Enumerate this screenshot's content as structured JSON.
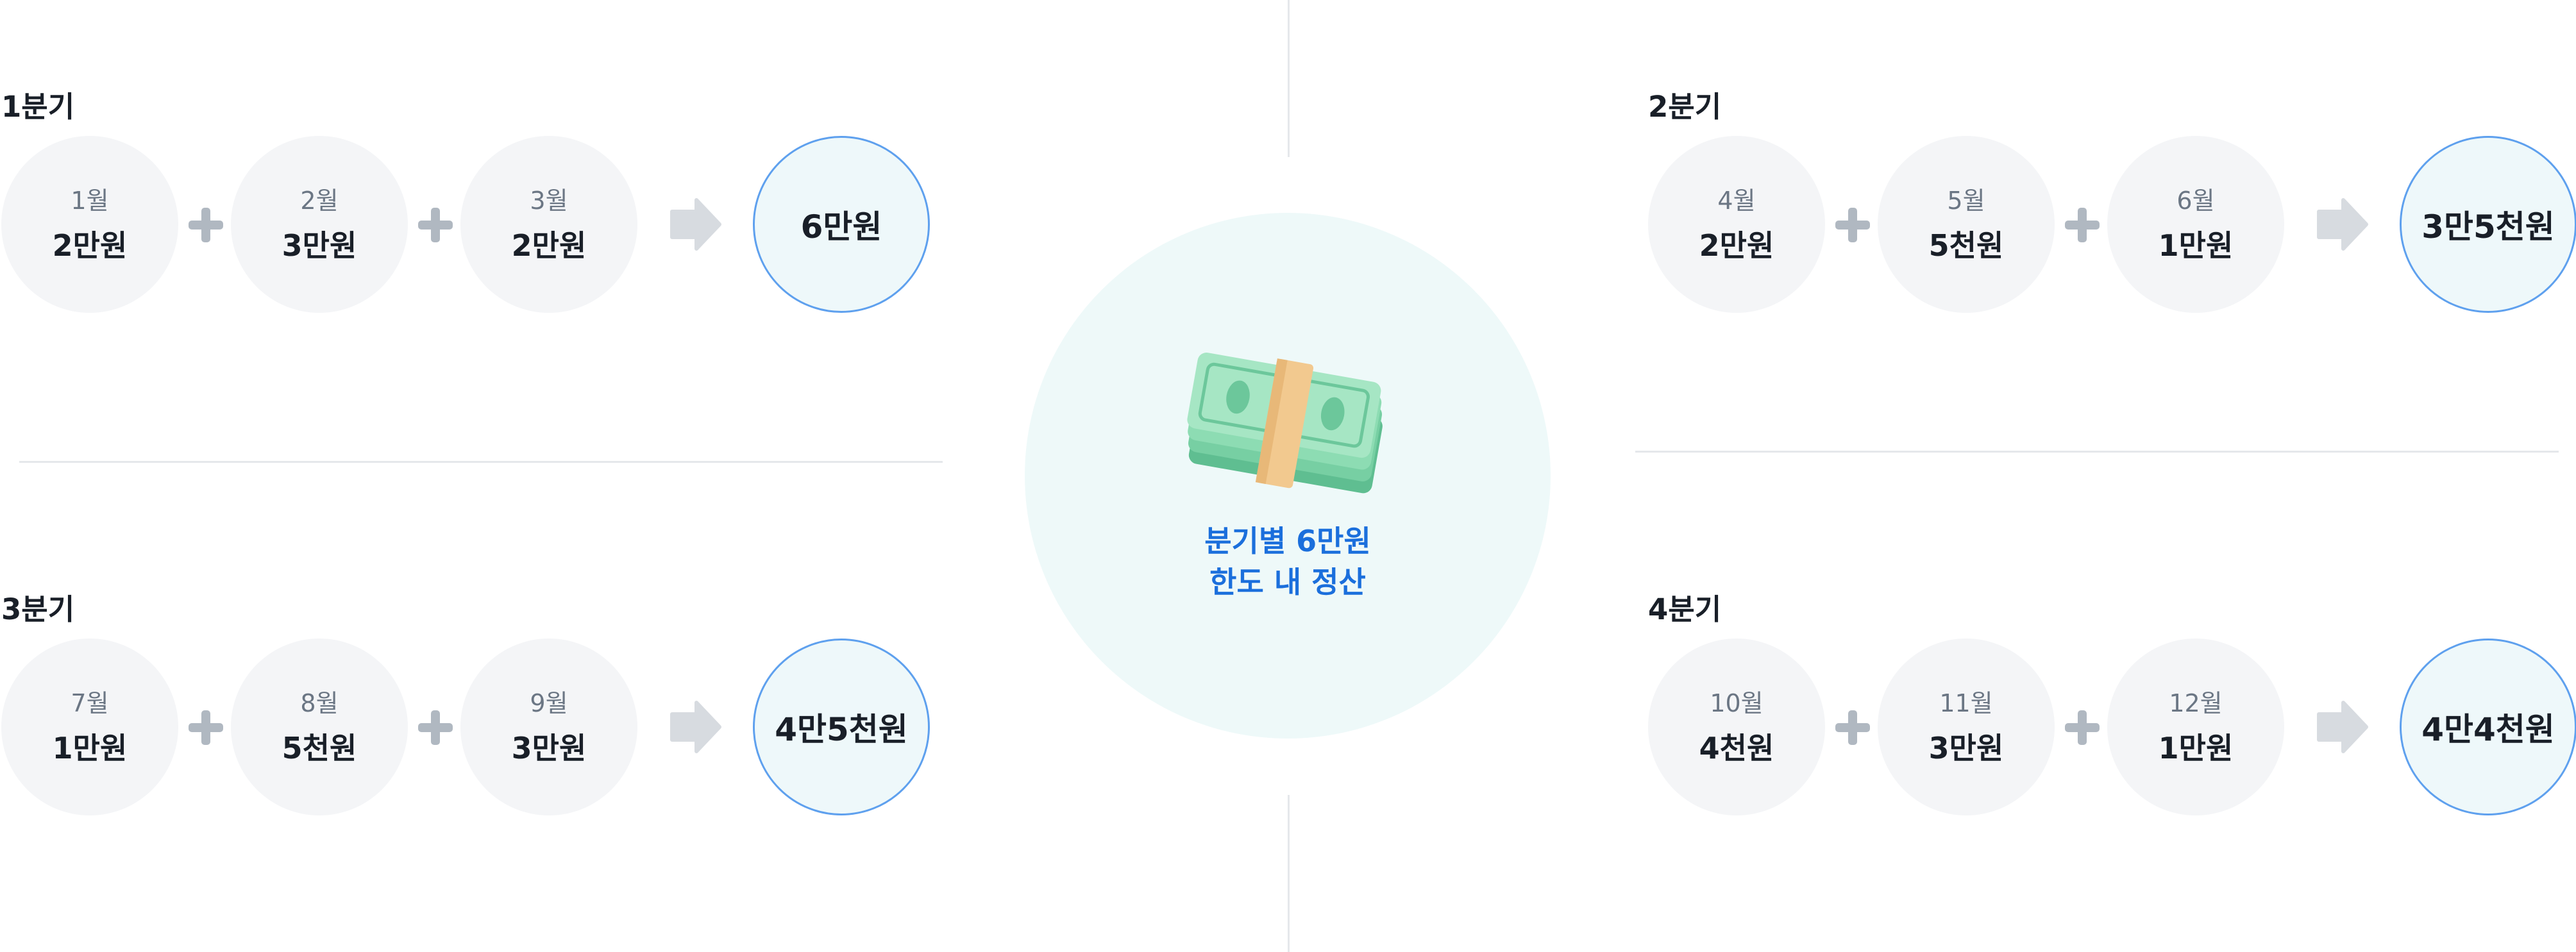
{
  "quarters": [
    {
      "title": "1분기",
      "months": [
        {
          "month": "1월",
          "amount": "2만원"
        },
        {
          "month": "2월",
          "amount": "3만원"
        },
        {
          "month": "3월",
          "amount": "2만원"
        }
      ],
      "total": "6만원"
    },
    {
      "title": "2분기",
      "months": [
        {
          "month": "4월",
          "amount": "2만원"
        },
        {
          "month": "5월",
          "amount": "5천원"
        },
        {
          "month": "6월",
          "amount": "1만원"
        }
      ],
      "total": "3만5천원"
    },
    {
      "title": "3분기",
      "months": [
        {
          "month": "7월",
          "amount": "1만원"
        },
        {
          "month": "8월",
          "amount": "5천원"
        },
        {
          "month": "9월",
          "amount": "3만원"
        }
      ],
      "total": "4만5천원"
    },
    {
      "title": "4분기",
      "months": [
        {
          "month": "10월",
          "amount": "4천원"
        },
        {
          "month": "11월",
          "amount": "3만원"
        },
        {
          "month": "12월",
          "amount": "1만원"
        }
      ],
      "total": "4만4천원"
    }
  ],
  "center": {
    "line1": "분기별 6만원",
    "line2": "한도 내 정산",
    "icon": "money-stack-icon"
  },
  "colors": {
    "accent": "#1b6fdc",
    "total_border": "#5ea0ee",
    "total_fill": "#eef8fa",
    "month_fill": "#f4f5f7",
    "operator": "#b0b8c1",
    "center_fill": "#eef9f9"
  }
}
